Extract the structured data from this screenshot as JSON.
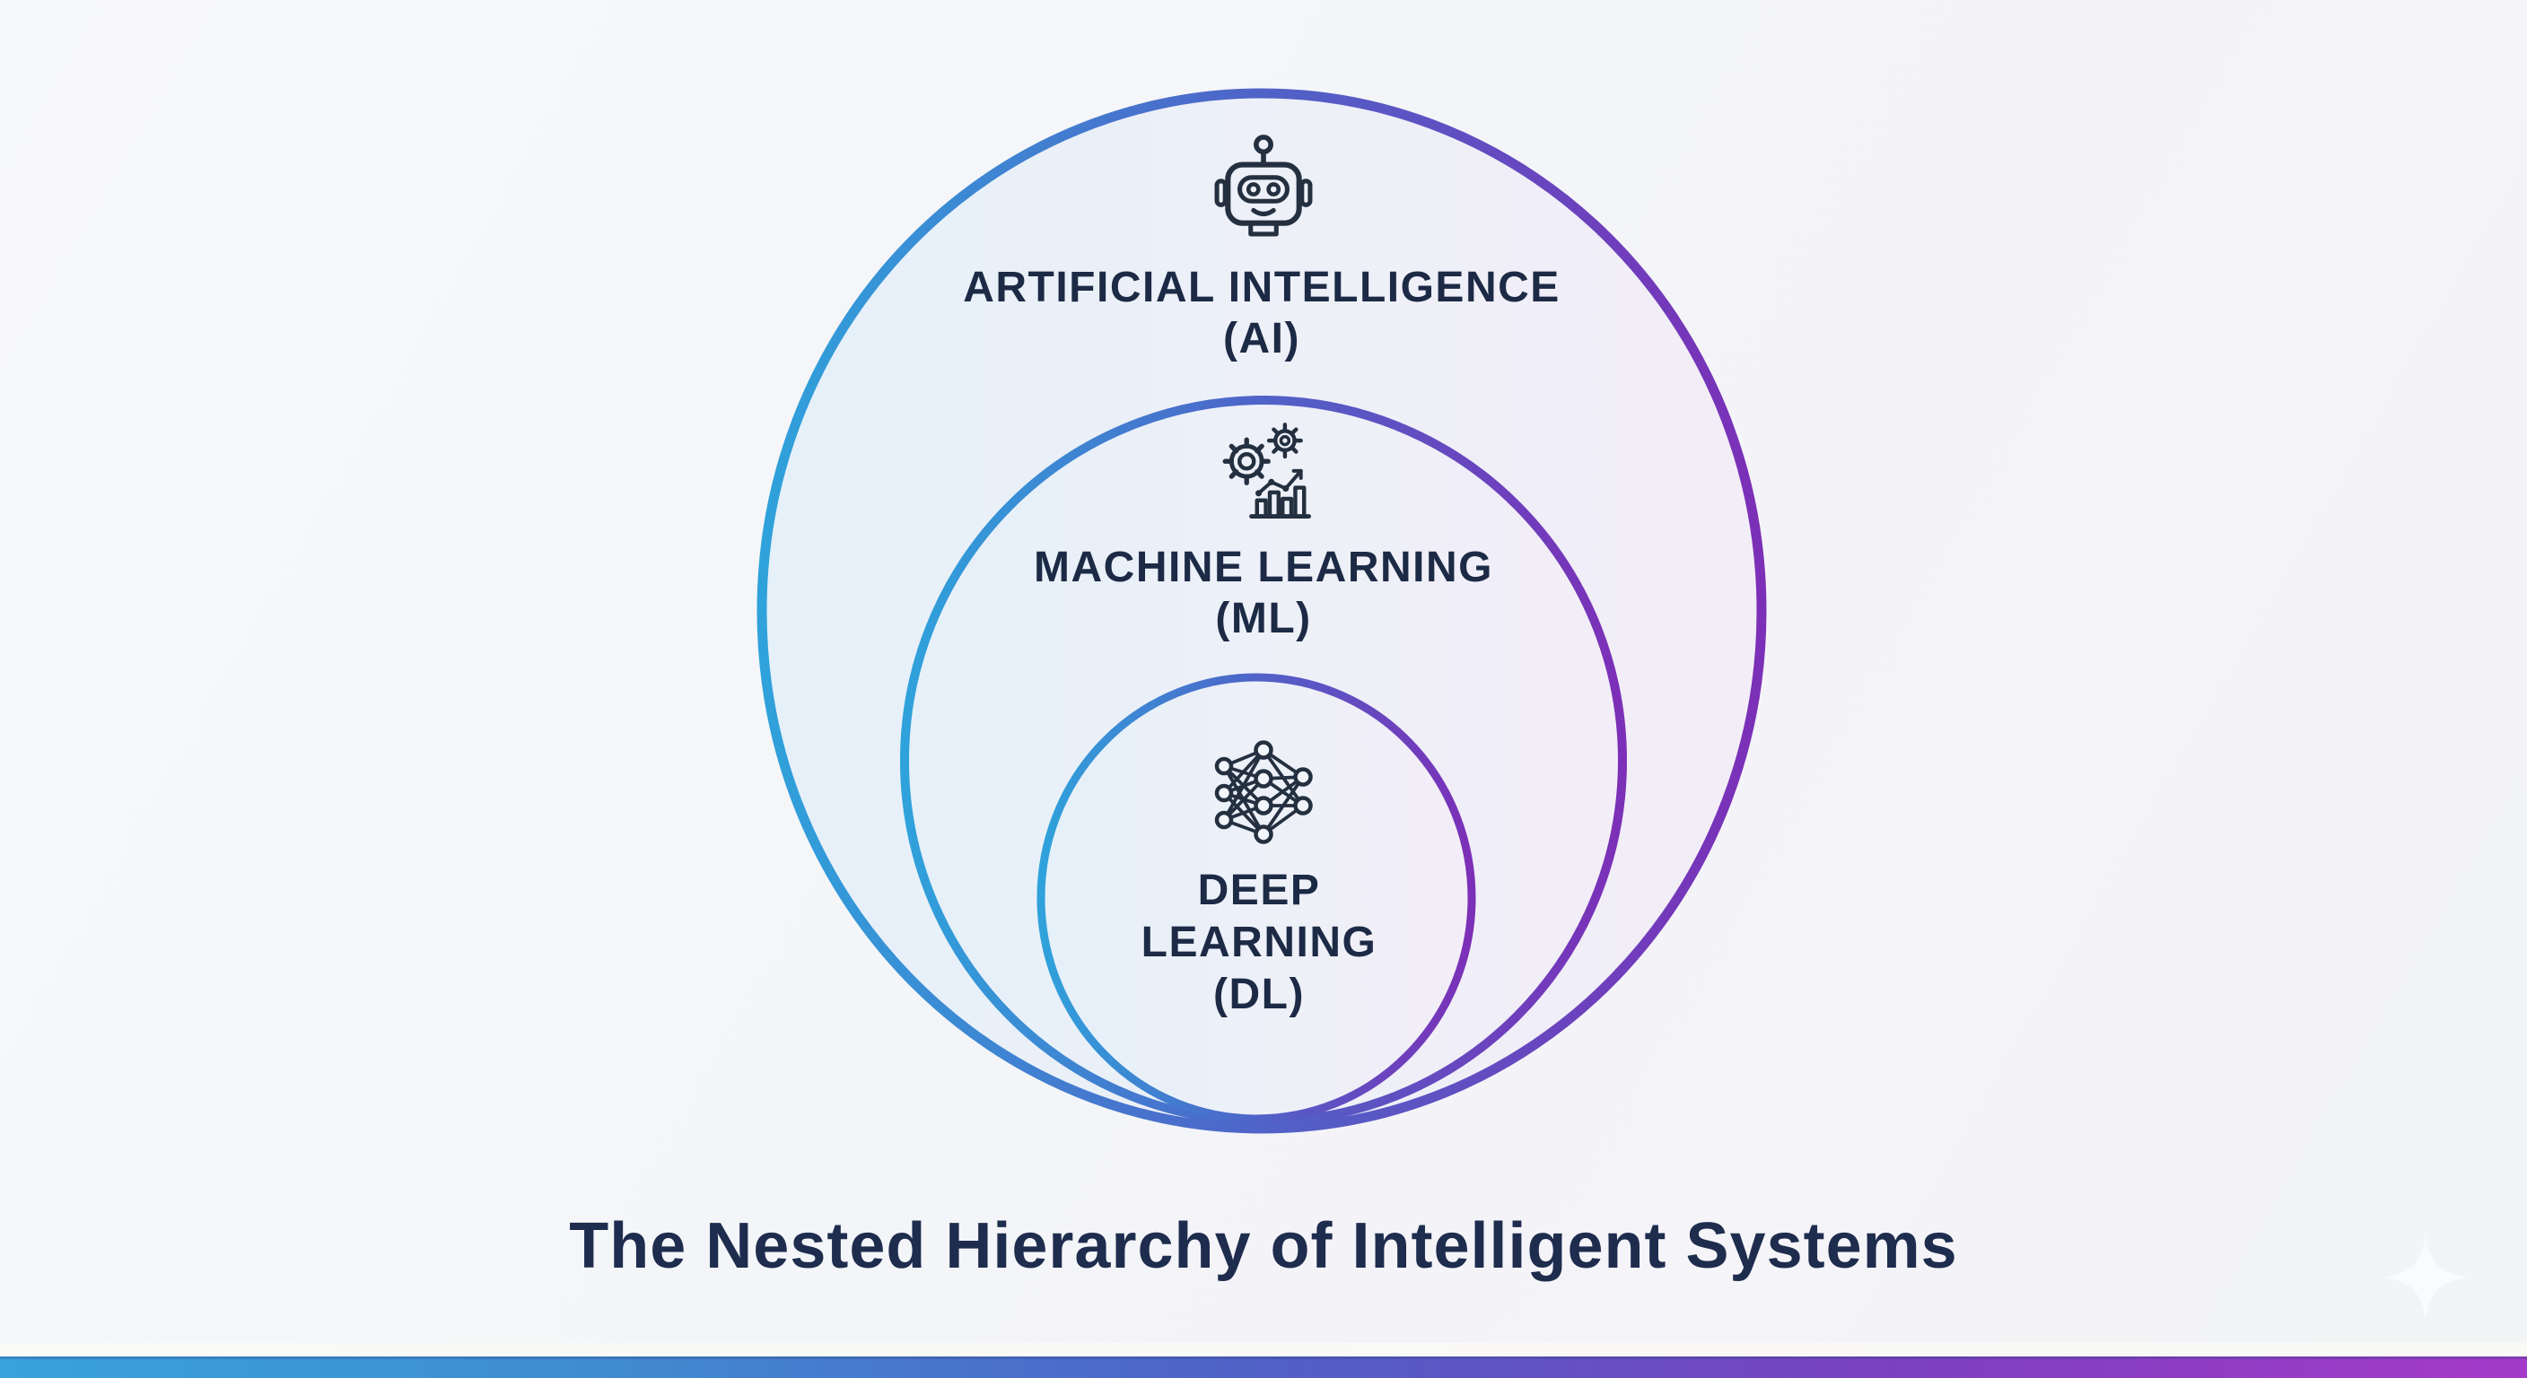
{
  "title": "The Nested Hierarchy of Intelligent Systems",
  "rings": [
    {
      "name": "Artificial Intelligence",
      "icon": "robot-icon",
      "lines": [
        "ARTIFICIAL INTELLIGENCE",
        "(AI)"
      ]
    },
    {
      "name": "Machine Learning",
      "icon": "gears-chart-icon",
      "lines": [
        "MACHINE LEARNING",
        "(ML)"
      ]
    },
    {
      "name": "Deep Learning",
      "icon": "neural-network-icon",
      "lines": [
        "DEEP",
        "LEARNING",
        "(DL)"
      ]
    }
  ],
  "colors": {
    "ring_stroke_blue": "#2fa2db",
    "ring_stroke_indigo": "#4f63c8",
    "ring_stroke_purple": "#7c2fb7",
    "ring_fill_left": "#e5f0f9",
    "ring_fill_right": "#f2edf7",
    "label_text": "#1c2a45",
    "title_text": "#1e2c4e",
    "icon_stroke": "#243040",
    "accent_bar_start": "#38a2dc",
    "accent_bar_end": "#a43ac8",
    "background": "#f5f6f9"
  }
}
